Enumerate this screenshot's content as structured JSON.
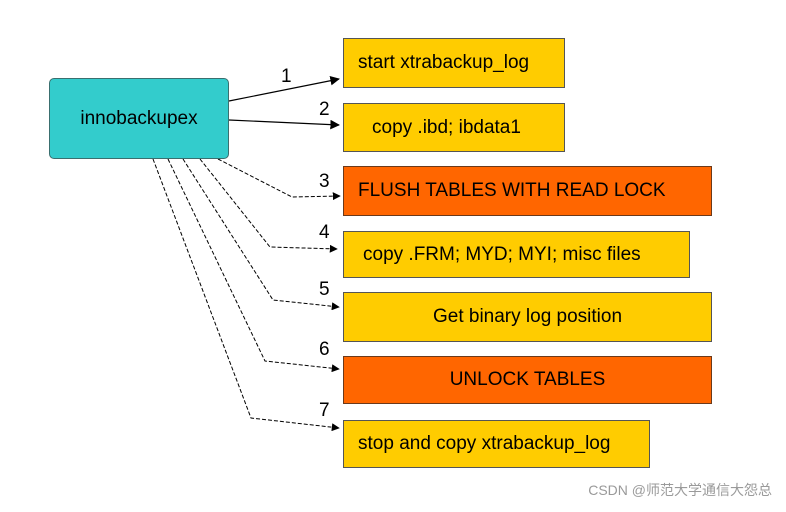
{
  "diagram": {
    "source_label": "innobackupex",
    "steps": [
      {
        "num": "1",
        "label": "start xtrabackup_log",
        "color": "#ffcc00"
      },
      {
        "num": "2",
        "label": "copy .ibd; ibdata1",
        "color": "#ffcc00"
      },
      {
        "num": "3",
        "label": "FLUSH TABLES WITH READ LOCK",
        "color": "#ff6600"
      },
      {
        "num": "4",
        "label": "copy .FRM; MYD; MYI; misc files",
        "color": "#ffcc00"
      },
      {
        "num": "5",
        "label": "Get binary log position",
        "color": "#ffcc00"
      },
      {
        "num": "6",
        "label": "UNLOCK TABLES",
        "color": "#ff6600"
      },
      {
        "num": "7",
        "label": "stop and copy xtrabackup_log",
        "color": "#ffcc00"
      }
    ]
  },
  "watermark": "CSDN @师范大学通信大怨总"
}
